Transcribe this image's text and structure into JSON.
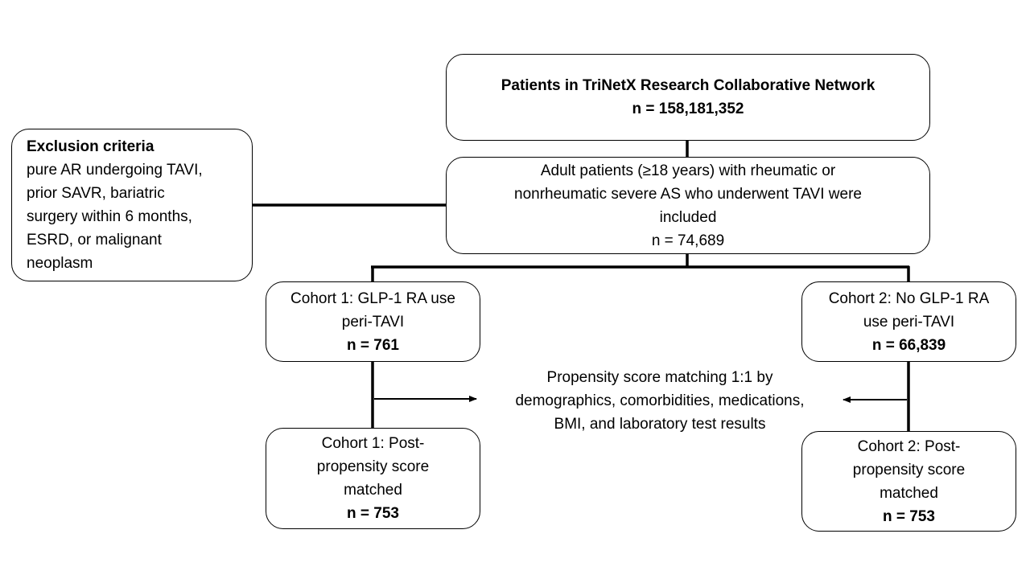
{
  "colors": {
    "line": "#000000",
    "box_border": "#000000",
    "background": "#ffffff"
  },
  "top_box": {
    "title": "Patients in TriNetX Research Collaborative Network",
    "n": "n = 158,181,352"
  },
  "exclusion_box": {
    "title": "Exclusion criteria",
    "lines": [
      "pure AR undergoing TAVI,",
      "prior SAVR, bariatric",
      "surgery within 6 months,",
      "ESRD, or malignant",
      "neoplasm"
    ]
  },
  "included_box": {
    "lines": [
      "Adult patients (≥18 years) with rheumatic or",
      "nonrheumatic severe AS who underwent TAVI were",
      "included"
    ],
    "n": "n = 74,689"
  },
  "cohort1_box": {
    "lines": [
      "Cohort 1: GLP-1 RA use",
      "peri-TAVI"
    ],
    "n": "n = 761"
  },
  "cohort2_box": {
    "lines": [
      "Cohort 2: No GLP-1 RA",
      "use peri-TAVI"
    ],
    "n": "n = 66,839"
  },
  "matching_note": {
    "lines": [
      "Propensity score matching 1:1 by",
      "demographics, comorbidities, medications,",
      "BMI, and laboratory test results"
    ]
  },
  "cohort1_matched_box": {
    "lines": [
      "Cohort 1: Post-",
      "propensity score",
      "matched"
    ],
    "n": "n = 753"
  },
  "cohort2_matched_box": {
    "lines": [
      "Cohort 2: Post-",
      "propensity score",
      "matched"
    ],
    "n": "n = 753"
  }
}
